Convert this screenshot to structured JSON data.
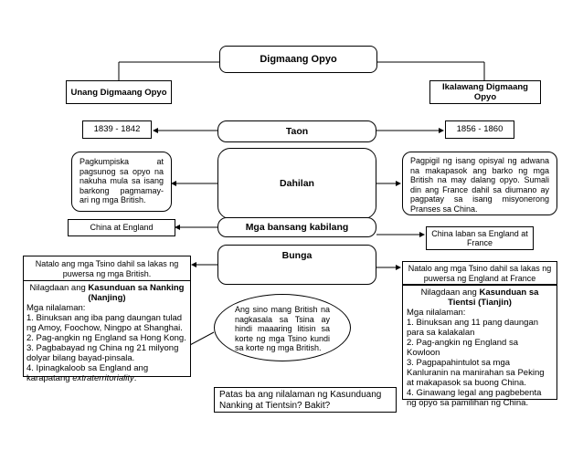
{
  "title": "Digmaang Opyo",
  "left_war": "Unang Digmaang Opyo",
  "right_war": "Ikalawang Digmaang Opyo",
  "categories": {
    "taon": "Taon",
    "dahilan": "Dahilan",
    "bansa": "Mga bansang kabilang",
    "bunga": "Bunga"
  },
  "left": {
    "taon": "1839 - 1842",
    "dahilan": "Pagkumpiska at pagsunog sa opyo na nakuha mula sa isang barkong pagmamay-ari ng mga British.",
    "bansa": "China at England",
    "bunga_result": "Natalo ang mga Tsino dahil sa lakas ng puwersa ng mga British.",
    "treaty_prefix": "Nilagdaan ang",
    "treaty_name": "Kasunduan sa Nanking (Nanjing)",
    "provisions_label": "Mga nilalaman:",
    "provisions": [
      "1. Binuksan ang iba pang daungan tulad ng Amoy, Foochow, Ningpo at Shanghai.",
      "2. Pag-angkin ng England sa Hong Kong.",
      "3. Pagbabayad ng China ng 21 milyong dolyar bilang bayad-pinsala.",
      "4. Ipinagkaloob sa England ang karapatang"
    ],
    "extraterritoriality": "extraterritoriality",
    "period": "."
  },
  "right": {
    "taon": "1856 - 1860",
    "dahilan": "Pagpigil ng isang opisyal ng adwana na makapasok ang barko ng mga British na may dalang opyo. Sumali din ang France dahil sa diumano ay pagpatay sa isang misyonerong Pranses sa China.",
    "bansa": "China laban sa England at France",
    "bunga_result": "Natalo ang mga Tsino dahil sa lakas ng puwersa ng England at France",
    "treaty_prefix": "Nilagdaan ang",
    "treaty_name": "Kasunduan sa Tientsi (Tianjin)",
    "provisions_label": "Mga nilalaman:",
    "provisions": [
      "1. Binuksan ang 11 pang daungan para sa kalakalan",
      "2. Pag-angkin ng England sa Kowloon",
      "3. Pagpapahintulot sa mga Kanluranin na manirahan sa Peking at makapasok sa buong China.",
      "4. Ginawang legal ang pagbebenta ng opyo sa pamilihan ng China."
    ]
  },
  "callout": "Ang sino mang British na nagkasala sa Tsina ay hindi maaaring litisin sa korte ng mga Tsino kundi sa korte ng mga British.",
  "question": "Patas ba ang nilalaman ng Kasunduang Nanking at Tientsin? Bakit?"
}
